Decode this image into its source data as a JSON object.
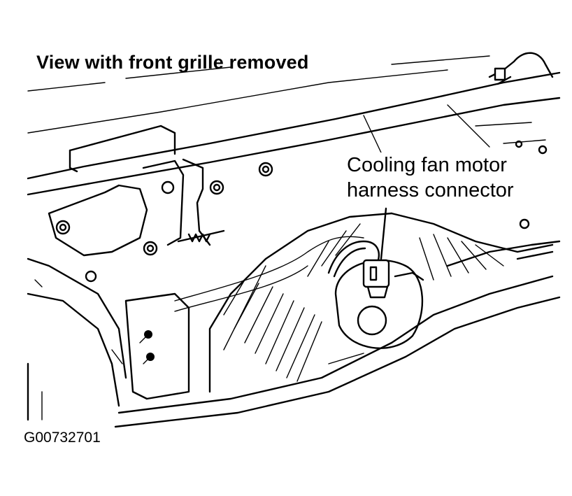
{
  "title": "View with front grille removed",
  "callout": {
    "line1": "Cooling fan motor",
    "line2": "harness connector"
  },
  "figure_id": "G00732701",
  "colors": {
    "ink": "#000000",
    "paper": "#ffffff"
  }
}
